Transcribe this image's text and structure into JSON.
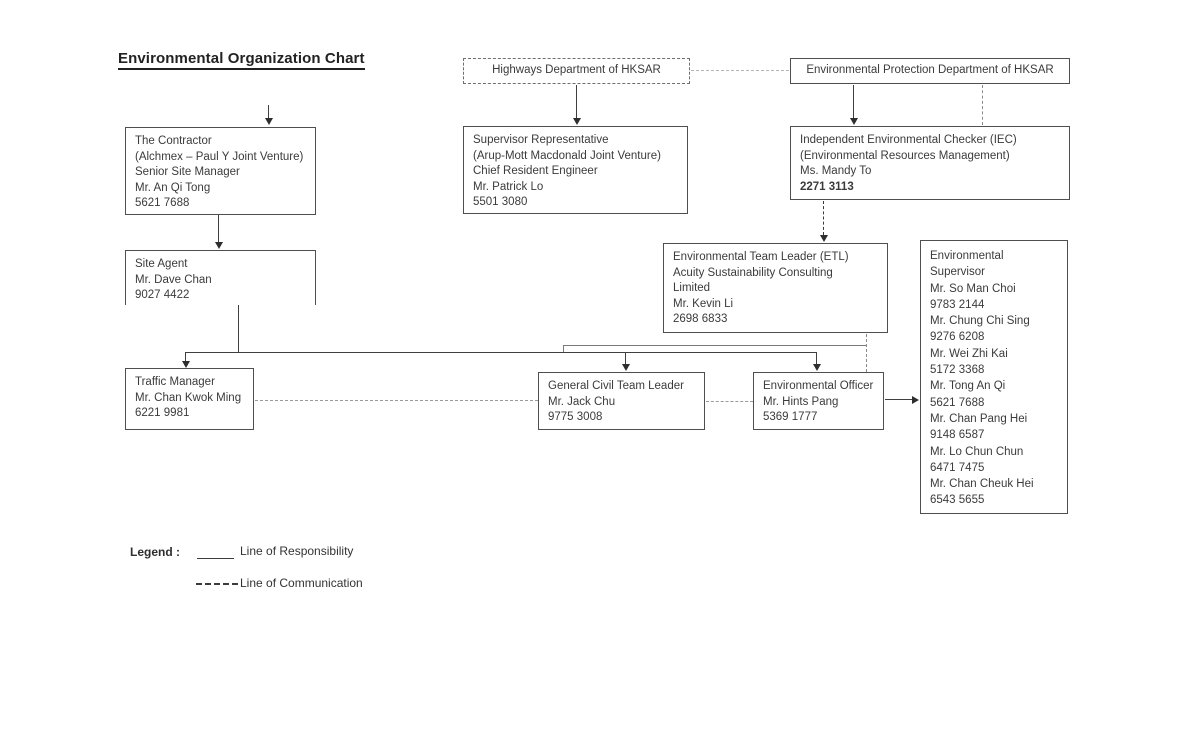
{
  "title": "Environmental Organization Chart",
  "boxes": {
    "highways": {
      "label": "Highways Department of HKSAR"
    },
    "epd": {
      "label": "Environmental Protection Department of HKSAR"
    },
    "contractor": {
      "lines": [
        "The Contractor",
        "(Alchmex – Paul Y Joint Venture)",
        "Senior Site Manager",
        "Mr. An Qi Tong",
        "5621 7688"
      ]
    },
    "supervisor_rep": {
      "lines": [
        "Supervisor Representative",
        "(Arup-Mott Macdonald Joint Venture)",
        "Chief Resident Engineer",
        "Mr. Patrick Lo",
        "5501 3080"
      ]
    },
    "iec": {
      "lines": [
        "Independent Environmental Checker (IEC)",
        "(Environmental Resources Management)",
        "Ms. Mandy To",
        "2271 3113"
      ]
    },
    "site_agent": {
      "lines": [
        "Site Agent",
        "Mr. Dave Chan",
        "9027 4422"
      ]
    },
    "etl": {
      "lines": [
        "Environmental Team Leader (ETL)",
        "Acuity Sustainability Consulting",
        "Limited",
        "Mr. Kevin Li",
        "2698 6833"
      ]
    },
    "env_supervisor": {
      "lines": [
        "Environmental",
        "Supervisor",
        "Mr. So Man Choi",
        "9783 2144",
        "Mr. Chung Chi Sing",
        "9276 6208",
        "Mr. Wei Zhi Kai",
        "5172 3368",
        "Mr. Tong An Qi",
        "5621 7688",
        "Mr. Chan Pang Hei",
        "9148 6587",
        "Mr. Lo Chun Chun",
        "6471 7475",
        "Mr. Chan Cheuk Hei",
        "6543 5655"
      ]
    },
    "traffic_manager": {
      "lines": [
        "Traffic Manager",
        "Mr. Chan Kwok Ming",
        "6221 9981"
      ]
    },
    "gctl": {
      "lines": [
        "General Civil Team Leader",
        "Mr. Jack Chu",
        "9775 3008"
      ]
    },
    "eo": {
      "lines": [
        "Environmental Officer",
        "Mr. Hints Pang",
        "5369 1777"
      ]
    }
  },
  "legend": {
    "label": "Legend :",
    "responsibility": "Line of Responsibility",
    "communication": "Line of Communication"
  },
  "colors": {
    "background": "#ffffff",
    "text": "#3b3b3b",
    "border": "#4f4f4f"
  }
}
